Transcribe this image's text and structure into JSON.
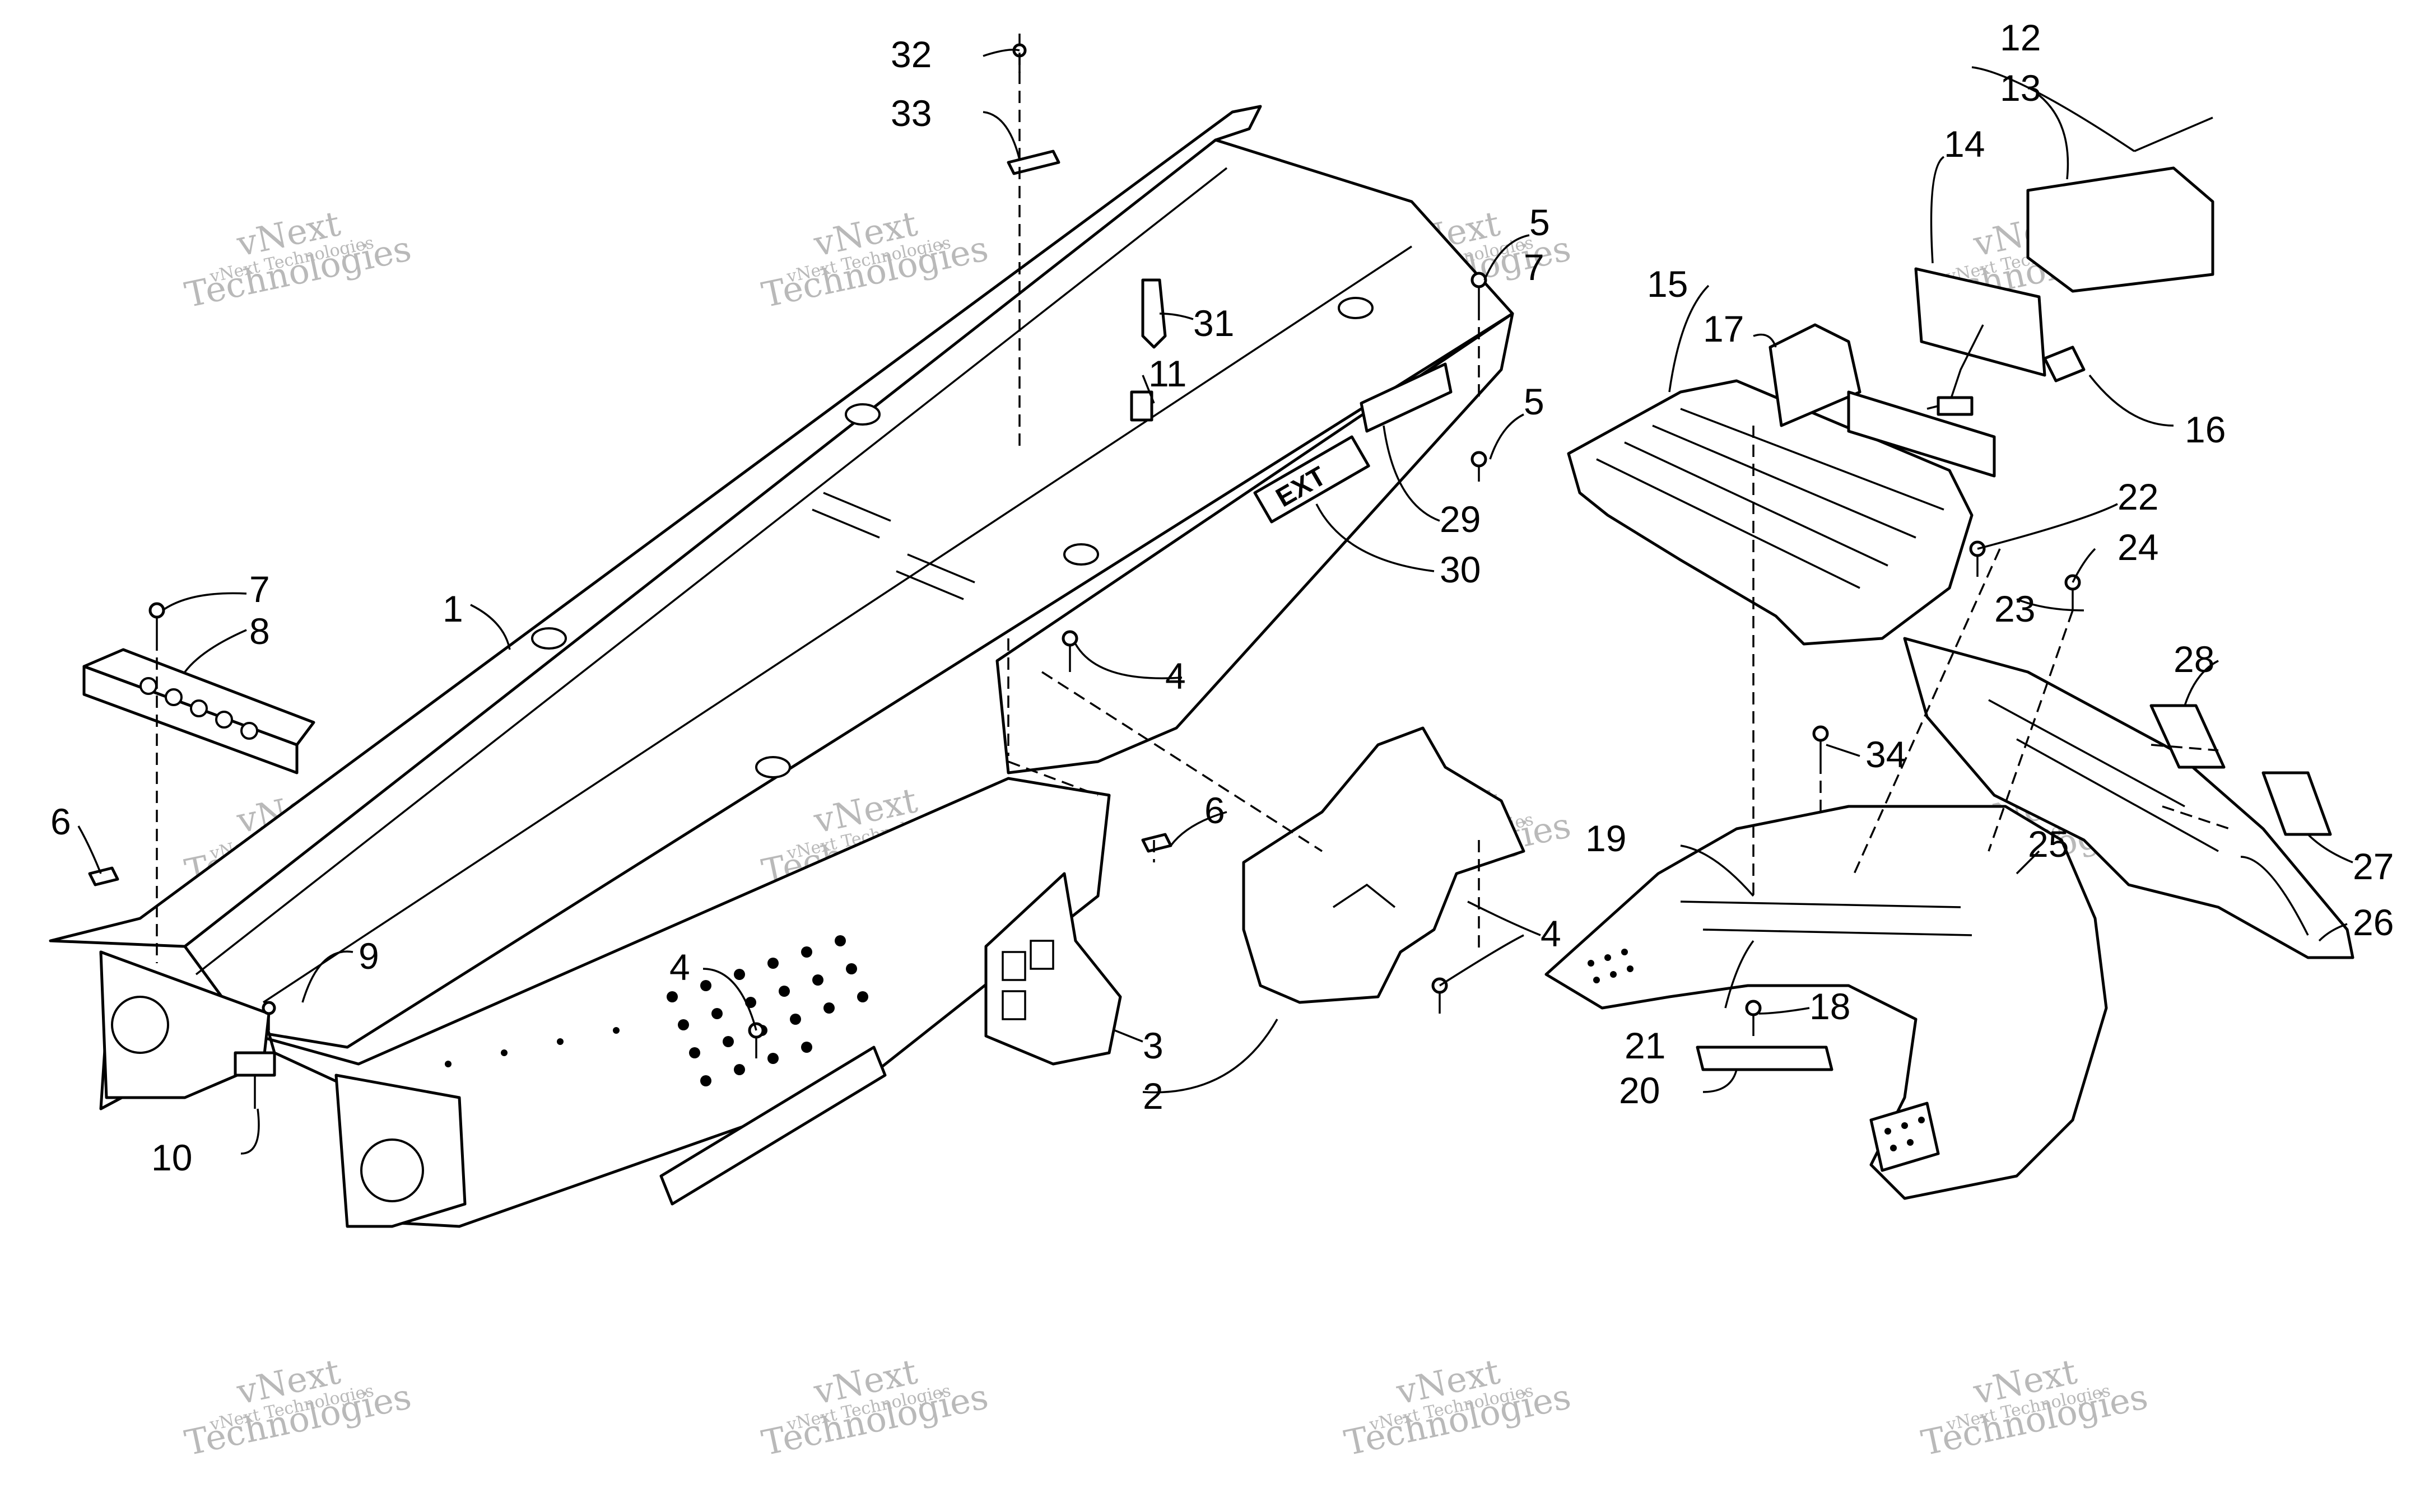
{
  "watermark": {
    "line1": "vNext",
    "line2": "Technologies",
    "full": "vNext Technologies"
  },
  "decal_text": "EXT",
  "callouts": {
    "c1": "1",
    "c2": "2",
    "c3": "3",
    "c4a": "4",
    "c4b": "4",
    "c4c": "4",
    "c5a": "5",
    "c5b": "5",
    "c6a": "6",
    "c6b": "6",
    "c7a": "7",
    "c7b": "7",
    "c8": "8",
    "c9": "9",
    "c10": "10",
    "c11": "11",
    "c12": "12",
    "c13": "13",
    "c14": "14",
    "c15": "15",
    "c16": "16",
    "c17": "17",
    "c18": "18",
    "c19": "19",
    "c20": "20",
    "c21": "21",
    "c22": "22",
    "c23": "23",
    "c24": "24",
    "c25": "25",
    "c26": "26",
    "c27": "27",
    "c28": "28",
    "c29": "29",
    "c30": "30",
    "c31": "31",
    "c32": "32",
    "c33": "33",
    "c34": "34"
  }
}
